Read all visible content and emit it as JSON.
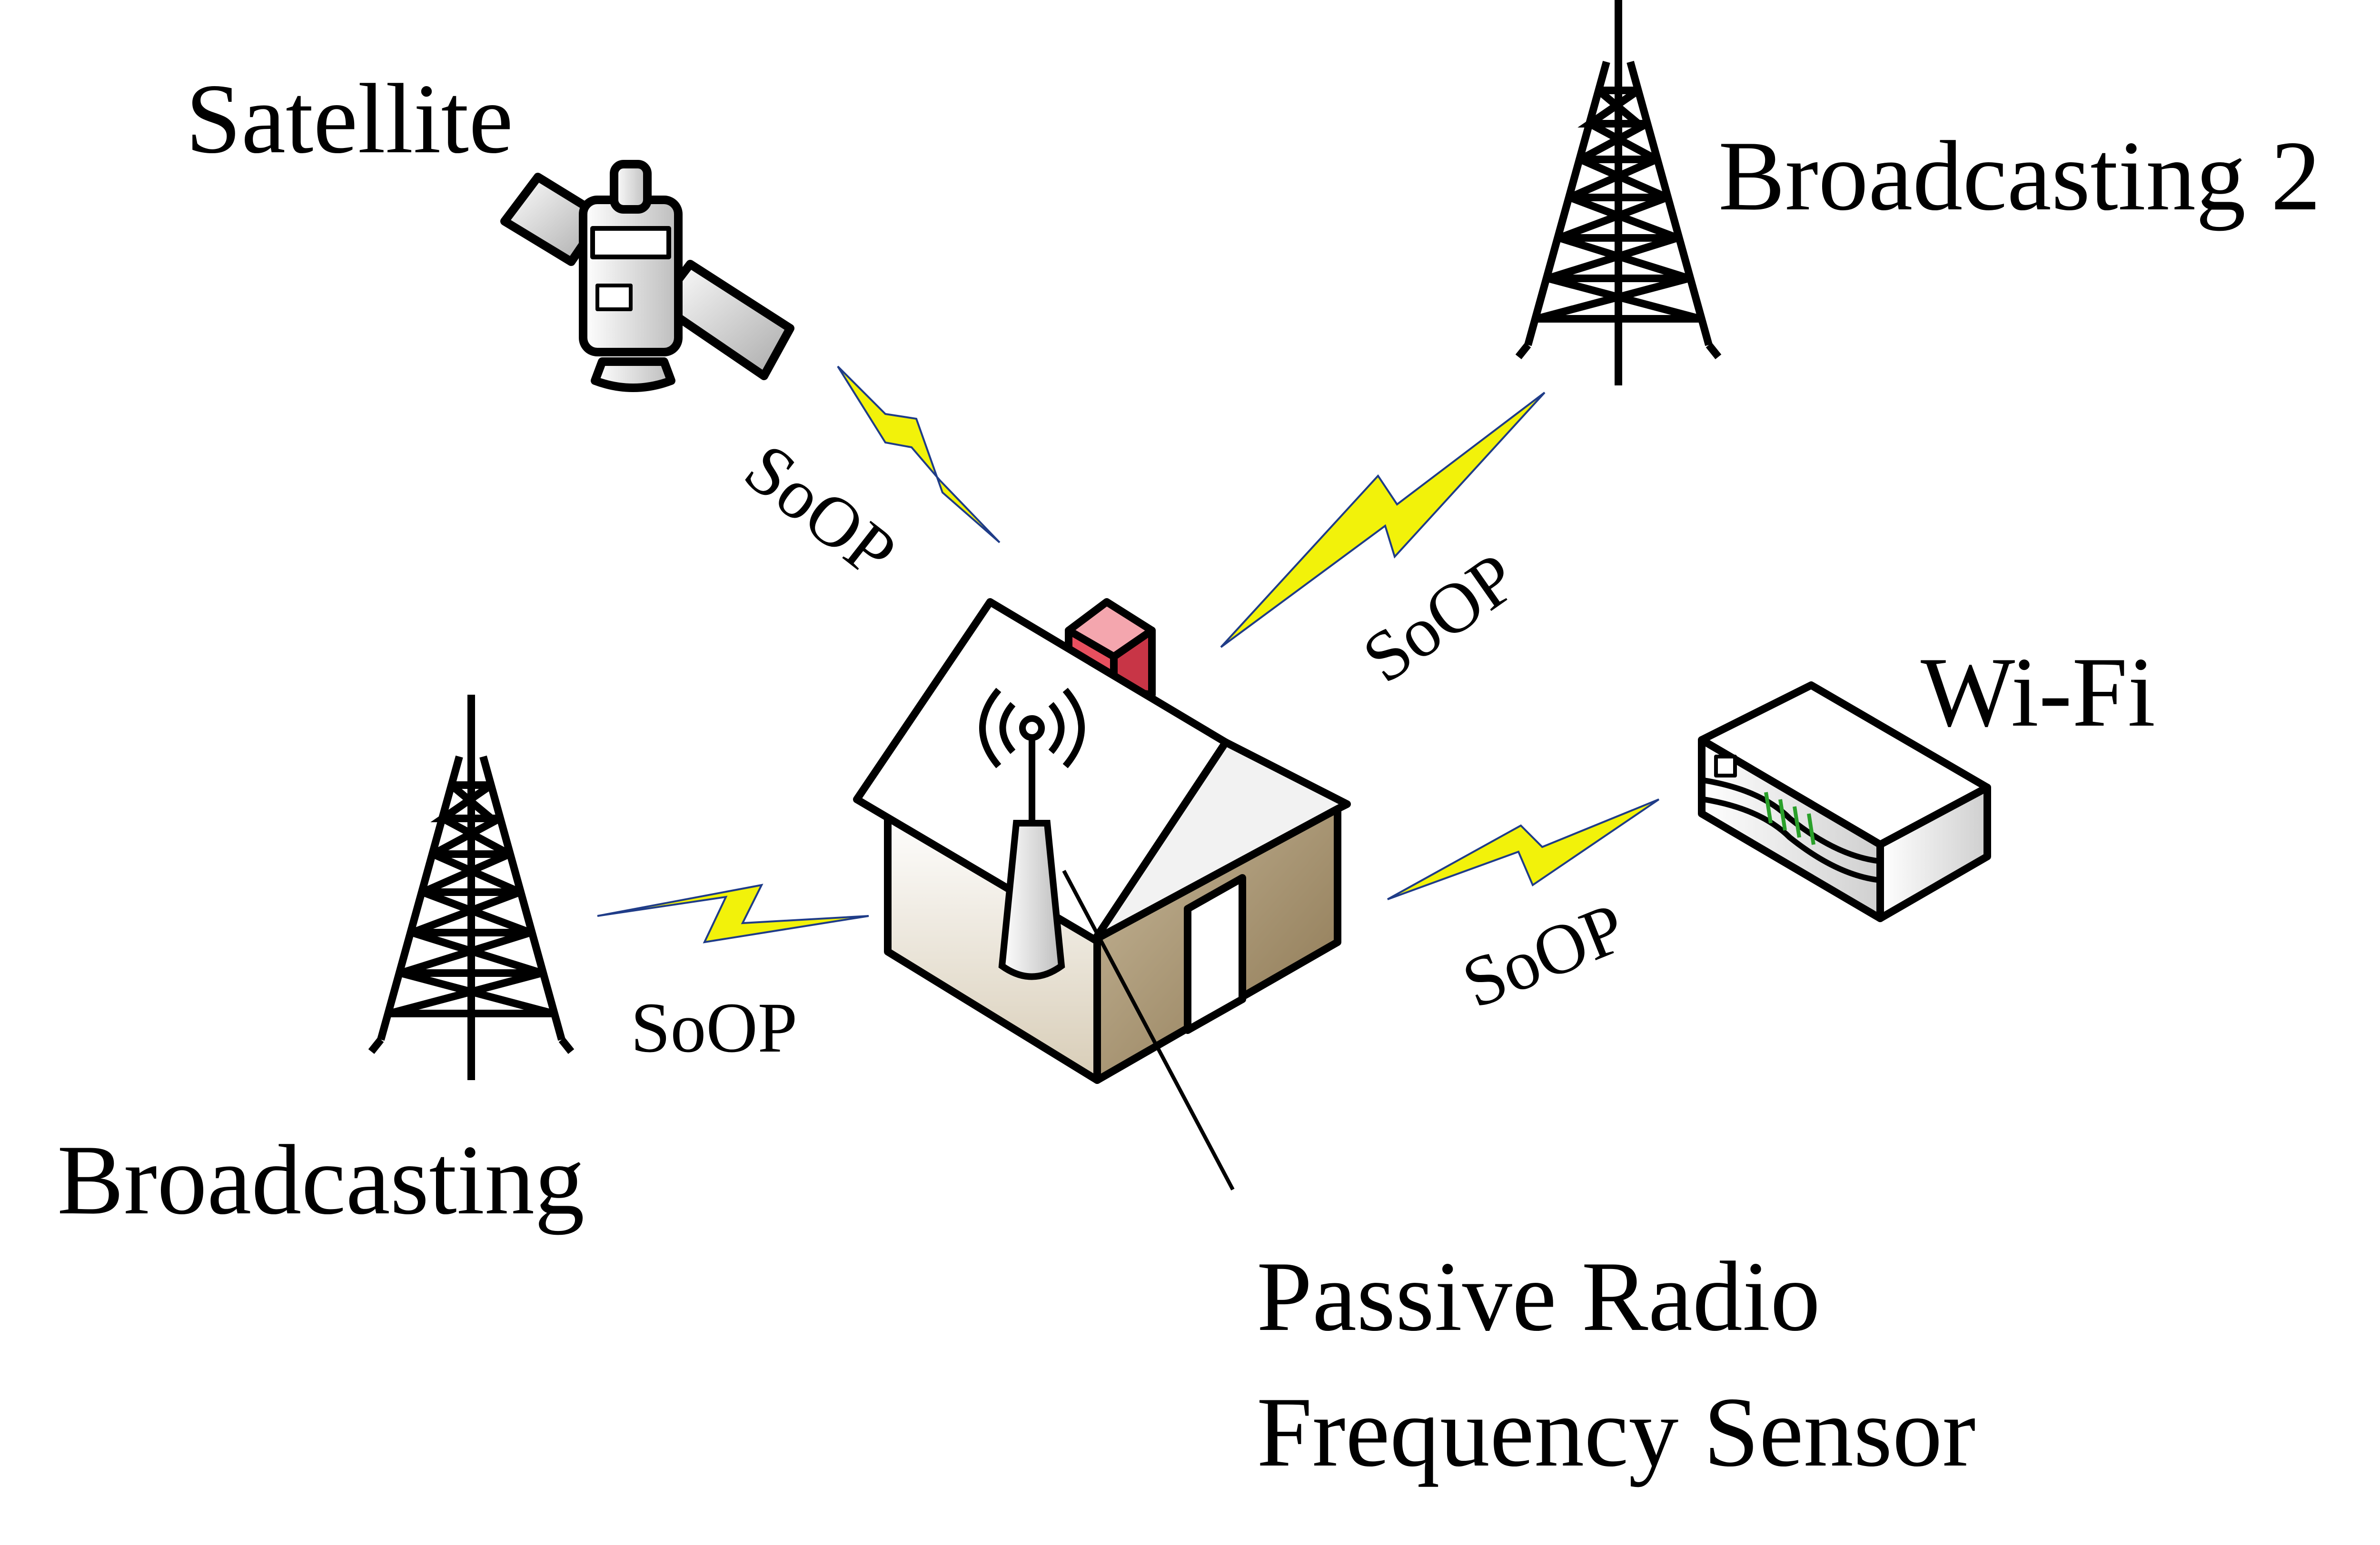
{
  "labels": {
    "satellite": "Satellite",
    "broadcasting_2": "Broadcasting 2",
    "wifi": "Wi-Fi",
    "broadcasting": "Broadcasting",
    "sensor_line1": "Passive Radio",
    "sensor_line2": "Frequency Sensor"
  },
  "links": [
    {
      "id": "satellite",
      "label": "SoOP"
    },
    {
      "id": "broadcasting-2",
      "label": "SoOP"
    },
    {
      "id": "wifi",
      "label": "SoOP"
    },
    {
      "id": "broadcasting",
      "label": "SoOP"
    }
  ],
  "icons": [
    "satellite-icon",
    "broadcast-tower-icon",
    "wifi-router-icon",
    "house-icon",
    "antenna-icon"
  ],
  "colors": {
    "bolt": "#f2f20a",
    "chimney": "#e8505f",
    "led": "#2aa02a"
  }
}
